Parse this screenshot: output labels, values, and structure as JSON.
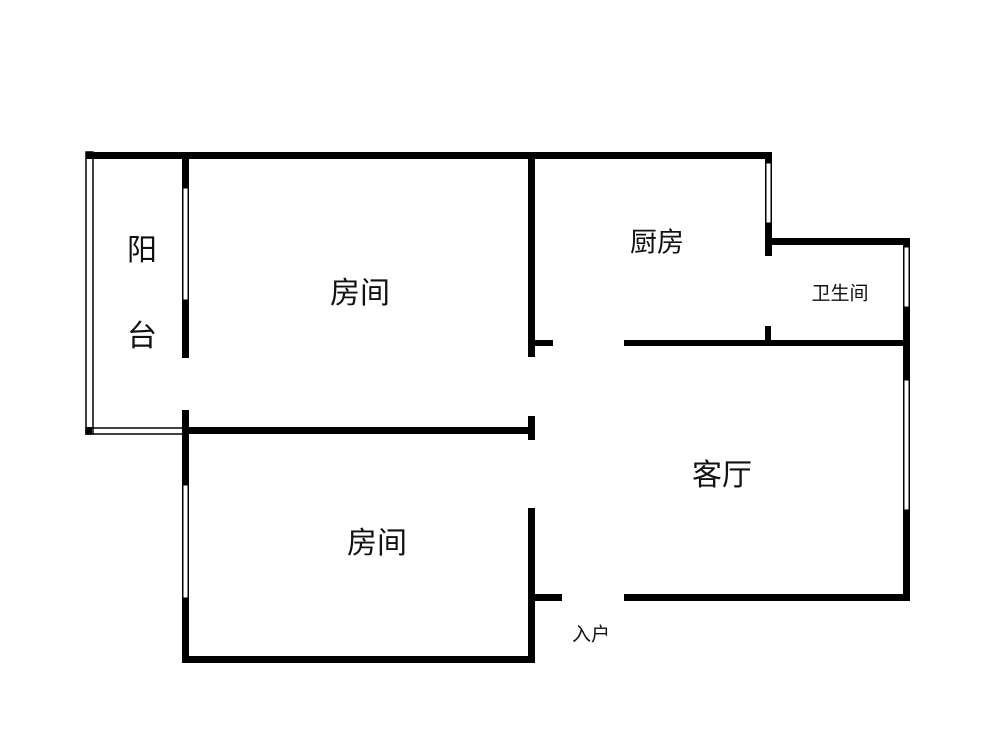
{
  "plan": {
    "wall_color": "#000000",
    "rooms": {
      "balcony_1": "阳",
      "balcony_2": "台",
      "bedroom_top": "房间",
      "kitchen": "厨房",
      "bathroom": "卫生间",
      "living_room": "客厅",
      "bedroom_bottom": "房间",
      "entrance": "入户"
    }
  }
}
